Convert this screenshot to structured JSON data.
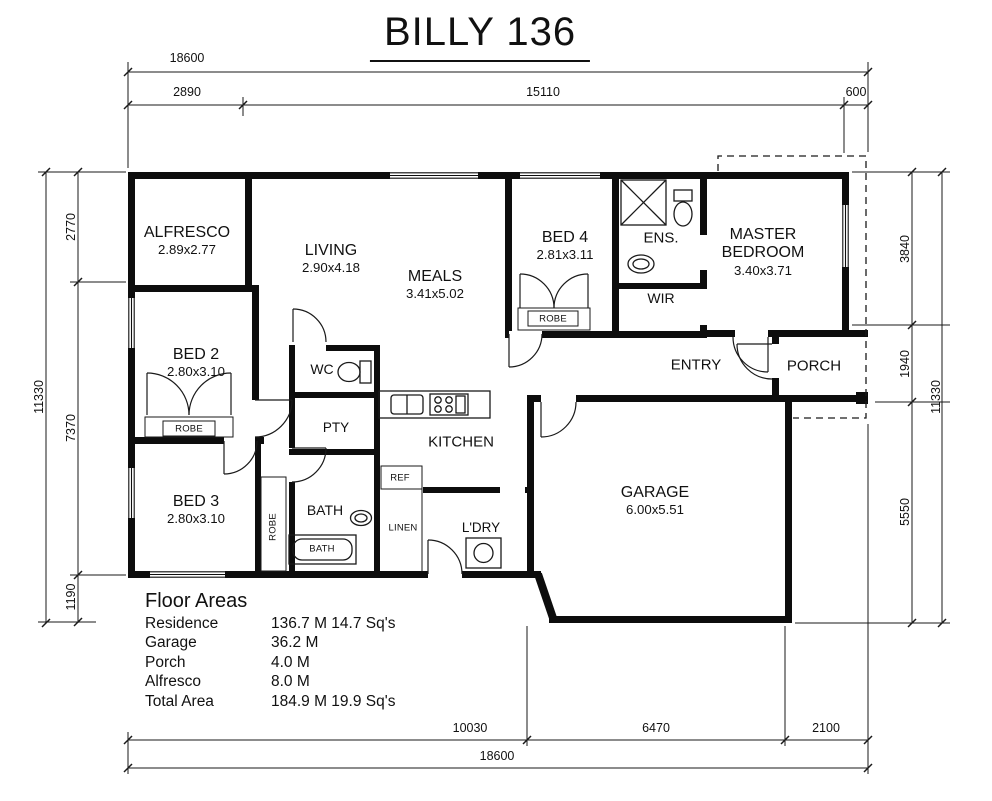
{
  "title": "BILLY 136",
  "colors": {
    "ink": "#111111",
    "background": "#ffffff"
  },
  "dimensions": {
    "top": {
      "overall": "18600",
      "seg1": "2890",
      "seg2": "15110",
      "seg3": "600"
    },
    "bottom": {
      "overall": "18600",
      "seg1": "10030",
      "seg2": "6470",
      "seg3": "2100"
    },
    "left": {
      "overall": "11330",
      "seg1": "2770",
      "seg2": "7370",
      "seg3": "1190"
    },
    "right": {
      "overall": "11330",
      "seg1": "3840",
      "seg2": "1940",
      "seg3": "5550"
    }
  },
  "rooms": {
    "alfresco": {
      "name": "ALFRESCO",
      "size": "2.89x2.77"
    },
    "living": {
      "name": "LIVING",
      "size": "2.90x4.18"
    },
    "meals": {
      "name": "MEALS",
      "size": "3.41x5.02"
    },
    "bed4": {
      "name": "BED 4",
      "size": "2.81x3.11"
    },
    "ens": {
      "name": "ENS."
    },
    "master": {
      "name": "MASTER BEDROOM",
      "size": "3.40x3.71"
    },
    "wir": {
      "name": "WIR"
    },
    "entry": {
      "name": "ENTRY"
    },
    "porch": {
      "name": "PORCH"
    },
    "bed2": {
      "name": "BED 2",
      "size": "2.80x3.10"
    },
    "bed3": {
      "name": "BED 3",
      "size": "2.80x3.10"
    },
    "wc": {
      "name": "WC"
    },
    "pty": {
      "name": "PTY"
    },
    "kitchen": {
      "name": "KITCHEN"
    },
    "bath": {
      "name": "BATH"
    },
    "bathtub": {
      "name": "BATH"
    },
    "garage": {
      "name": "GARAGE",
      "size": "6.00x5.51"
    },
    "ldry": {
      "name": "L'DRY"
    },
    "linen": {
      "name": "LINEN"
    },
    "ref": {
      "name": "REF"
    },
    "robe": {
      "name": "ROBE"
    }
  },
  "floor_areas": {
    "heading": "Floor Areas",
    "rows": [
      {
        "label": "Residence",
        "value": "136.7 M 14.7 Sq's"
      },
      {
        "label": "Garage",
        "value": "36.2 M"
      },
      {
        "label": "Porch",
        "value": "4.0 M"
      },
      {
        "label": "Alfresco",
        "value": "8.0 M"
      },
      {
        "label": "Total Area",
        "value": "184.9 M 19.9 Sq's"
      }
    ]
  }
}
